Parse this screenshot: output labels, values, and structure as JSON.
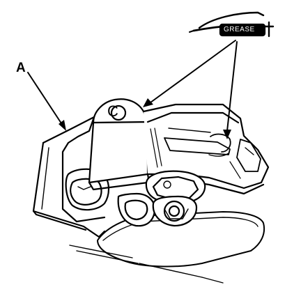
{
  "labels": {
    "part_a": "A",
    "part_c": "C",
    "grease": "GREASE"
  },
  "icons": {
    "grease_gun": "grease-gun-icon"
  },
  "colors": {
    "ink": "#000000",
    "paper": "#ffffff"
  }
}
